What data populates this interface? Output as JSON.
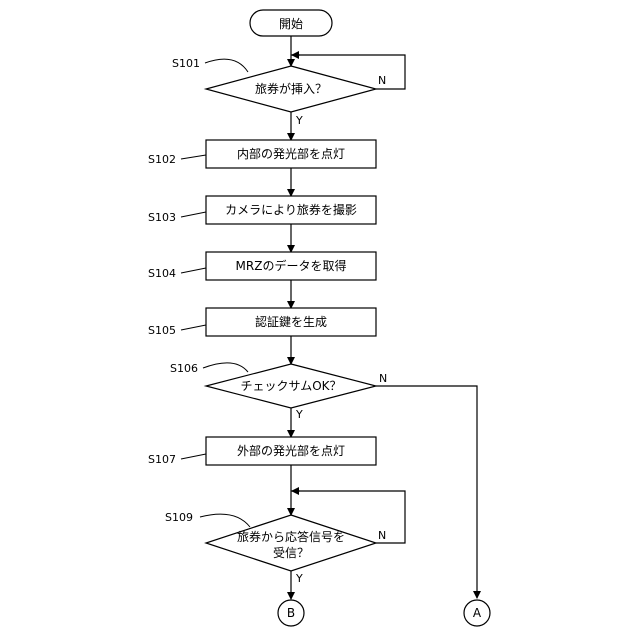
{
  "flowchart": {
    "start": "開始",
    "s101": {
      "step": "S101",
      "text": "旅券が挿入？",
      "yes": "Y",
      "no": "N"
    },
    "s102": {
      "step": "S102",
      "text": "内部の発光部を点灯"
    },
    "s103": {
      "step": "S103",
      "text": "カメラにより旅券を撮影"
    },
    "s104": {
      "step": "S104",
      "text": "MRZのデータを取得"
    },
    "s105": {
      "step": "S105",
      "text": "認証鍵を生成"
    },
    "s106": {
      "step": "S106",
      "text": "チェックサムOK？",
      "yes": "Y",
      "no": "N"
    },
    "s107": {
      "step": "S107",
      "text": "外部の発光部を点灯"
    },
    "s109": {
      "step": "S109",
      "text_line1": "旅券から応答信号を",
      "text_line2": "受信？",
      "yes": "Y",
      "no": "N"
    },
    "connector_b": "B",
    "connector_a": "A"
  }
}
